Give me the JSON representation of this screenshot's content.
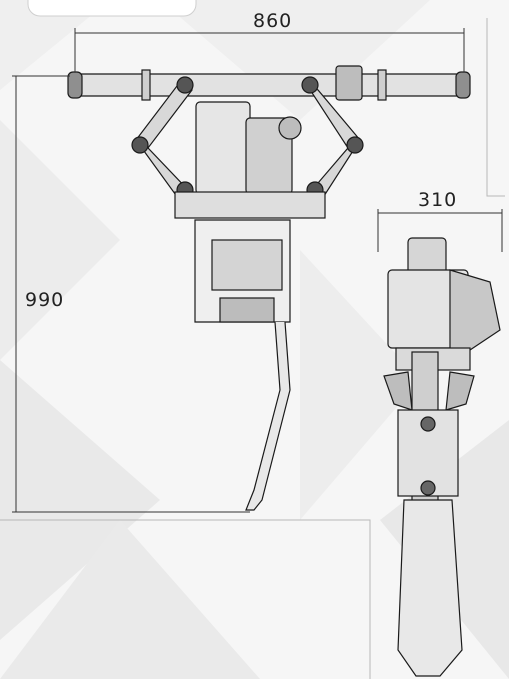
{
  "dimensions": {
    "width_label": "860",
    "height_label": "990",
    "depth_label": "310"
  },
  "colors": {
    "background_light": "#f7f7f7",
    "background_shade": "#e6e6e6",
    "line": "#1a1a1a",
    "dimension_line": "#333333",
    "metal": "#d9d9d9",
    "dark_metal": "#9a9a9a"
  },
  "views": [
    "front-view",
    "side-view"
  ]
}
